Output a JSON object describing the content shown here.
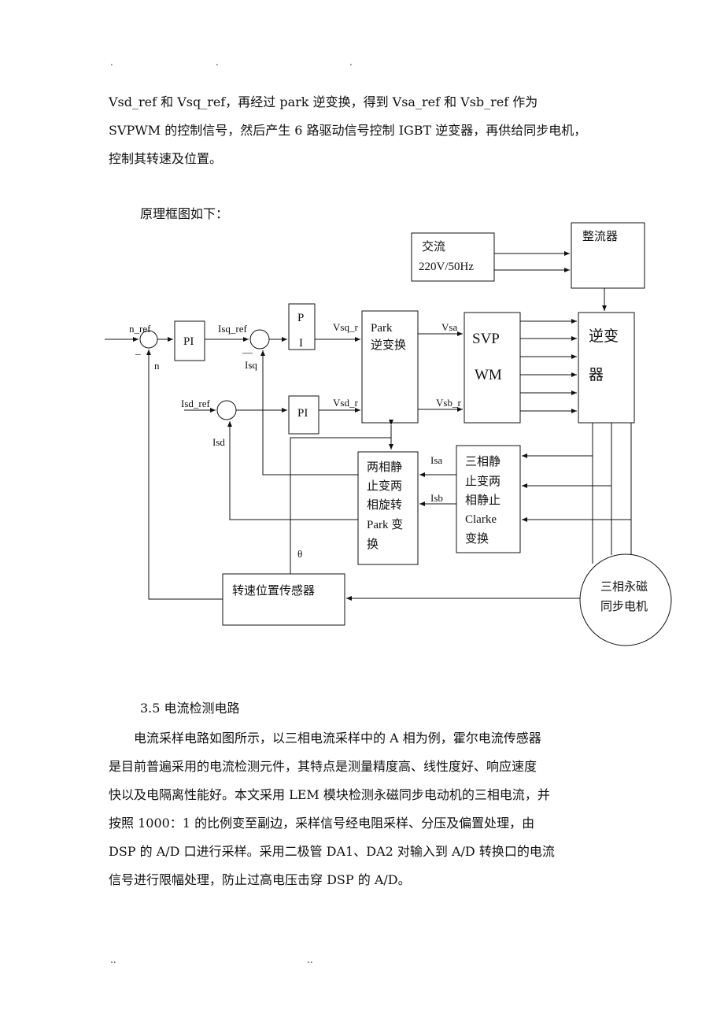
{
  "header_dots": [
    ".",
    ".",
    "."
  ],
  "footer_dots": [
    "..",
    ".."
  ],
  "para1": {
    "line1": "Vsd_ref 和 Vsq_ref，再经过 park 逆变换，得到 Vsa_ref 和 Vsb_ref 作为",
    "line2": "SVPWM 的控制信号，然后产生 6 路驱动信号控制 IGBT 逆变器，再供给同步电机，",
    "line3": "控制其转速及位置。"
  },
  "diagram_caption": "原理框图如下：",
  "diagram": {
    "ac_source": [
      "交流",
      "220V/50Hz"
    ],
    "rectifier": "整流器",
    "inverter": [
      "逆变",
      "器"
    ],
    "svpwm": [
      "SVP",
      "WM"
    ],
    "park_inverse": [
      "Park",
      "逆变换"
    ],
    "pi_speed": "PI",
    "pi_q": [
      "P",
      "I"
    ],
    "pi_d": "PI",
    "park": [
      "两相静",
      "止变两",
      "相旋转",
      "Park 变",
      "换"
    ],
    "clarke": [
      "三相静",
      "止变两",
      "相静止",
      "Clarke",
      "变换"
    ],
    "sensor": "转速位置传感器",
    "motor": [
      "三相永磁",
      "同步电机"
    ],
    "labels": {
      "n_ref": "n_ref",
      "n": "n",
      "minus1": "_",
      "isq_ref": "Isq_ref",
      "isq": "Isq",
      "minus2": "—",
      "isd_ref": "Isd_ref",
      "isd": "Isd",
      "vsq": "Vsq_r",
      "vsd": "Vsd_r",
      "vsa": "Vsa",
      "vsb": "Vsb_r",
      "isa": "Isa",
      "isb": "Isb",
      "theta": "θ"
    }
  },
  "section_heading": "3.5 电流检测电路",
  "para2": {
    "line1": "电流采样电路如图所示，以三相电流采样中的 A 相为例，霍尔电流传感器",
    "line2": "是目前普遍采用的电流检测元件，其特点是测量精度高、线性度好、响应速度",
    "line3": "快以及电隔离性能好。本文采用 LEM 模块检测永磁同步电动机的三相电流，并",
    "line4": "按照  1000：1  的比例变至副边，采样信号经电阻采样、分压及偏置处理，由",
    "line5": "DSP 的 A/D 口进行采样。采用二极管 DA1、DA2 对输入到 A/D 转换口的电流",
    "line6": "信号进行限幅处理，防止过高电压击穿 DSP 的 A/D。"
  }
}
